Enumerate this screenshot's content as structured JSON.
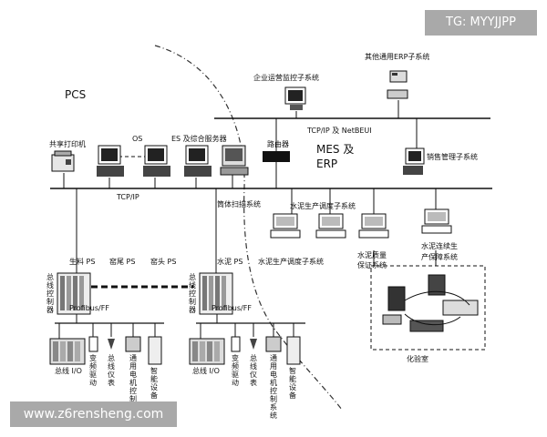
{
  "watermarks": {
    "top": "TG: MYYJJPP",
    "bottom": "www.z6rensheng.com"
  },
  "areas": {
    "pcs": "PCS",
    "mes_erp_line1": "MES 及",
    "mes_erp_line2": "ERP"
  },
  "networks": {
    "upper": "TCP/IP 及 NetBEUI",
    "lower": "TCP/IP",
    "fieldbus_left": "Profibus/FF",
    "fieldbus_right": "Profibus/FF"
  },
  "nodes": {
    "erp_other": "其他通用ERP子系统",
    "enterprise_monitor": "企业运营监控子系统",
    "router": "路由器",
    "sales_mgmt": "销售管理子系统",
    "shared_printer": "共享打印机",
    "os": "OS",
    "es_server": "ES 及综合服务器",
    "cylinder_scan": "筒体扫描系统",
    "cement_dispatch_sub": "水泥生产调度子系统",
    "cement_dispatch": "水泥生产调度子系统",
    "quality_line1": "水泥质量",
    "quality_line2": "保证系统",
    "continuity_line1": "水泥连续生",
    "continuity_line2": "产保障系统",
    "raw_ps": "生料 PS",
    "kiln_tail_ps": "窑尾 PS",
    "kiln_head_ps": "窑头 PS",
    "cement_ps": "水泥 PS",
    "bus_ctrl_left": "总线控制器",
    "bus_ctrl_right": "总线控制器",
    "lab": "化验室"
  },
  "devices_left": {
    "io": "总线 I/O",
    "vfd": "变频驱动",
    "instr": "总线仪表",
    "motor": "通用电机控制系统",
    "smart": "智能设备"
  },
  "devices_right": {
    "io": "总线 I/O",
    "vfd": "变频驱动",
    "instr": "总线仪表",
    "motor": "通用电机控制系统",
    "smart": "智能设备"
  }
}
